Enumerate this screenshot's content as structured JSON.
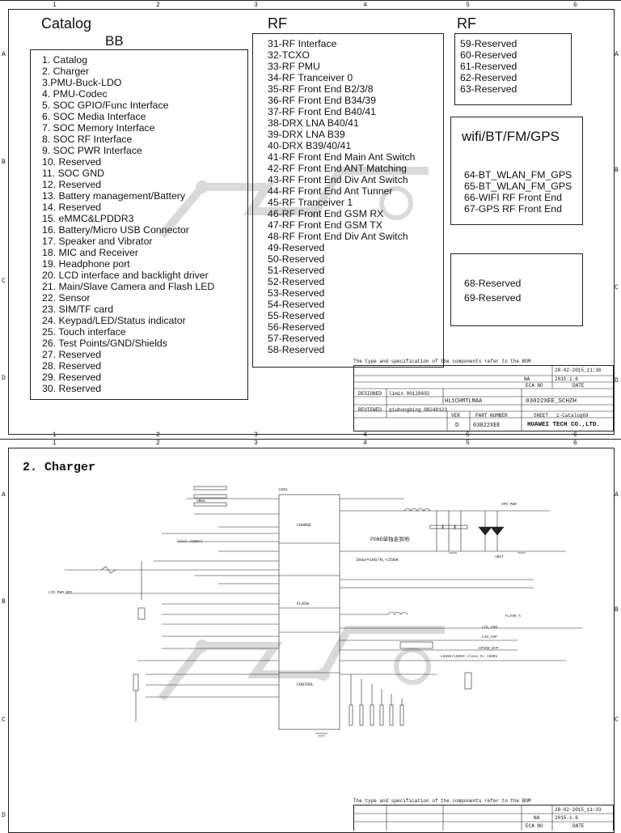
{
  "sheet1": {
    "ruler_cols": [
      "1",
      "2",
      "3",
      "4",
      "5",
      "6"
    ],
    "ruler_rows": [
      "A",
      "B",
      "C",
      "D"
    ],
    "catalog_header": "Catalog",
    "bb_header": "BB",
    "rf_header_1": "RF",
    "rf_header_2": "RF",
    "wifi_header": "wifi/BT/FM/GPS",
    "bb_items": [
      "1. Catalog",
      "2. Charger",
      "3.PMU-Buck-LDO",
      "4. PMU-Codec",
      "5. SOC GPIO/Func Interface",
      "6. SOC Media Interface",
      "7. SOC Memory Interface",
      "8. SOC RF Interface",
      "9. SOC PWR Interface",
      "10. Reserved",
      "11. SOC GND",
      "12. Reserved",
      "13. Battery management/Battery",
      "14. Reserved",
      "15. eMMC&LPDDR3",
      "16. Battery/Micro USB Connector",
      "17. Speaker and Vibrator",
      "18. MIC and Receiver",
      "19. Headphone port",
      "20. LCD interface and backlight driver",
      "21. Main/Slave Camera and Flash LED",
      "22. Sensor",
      "23. SIM/TF card",
      "24. Keypad/LED/Status indicator",
      "25. Touch interface",
      "26. Test Points/GND/Shields",
      "27. Reserved",
      "28. Reserved",
      "29. Reserved",
      "30. Reserved"
    ],
    "rf_items": [
      "31-RF Interface",
      "32-TCXO",
      "33-RF PMU",
      "34-RF Tranceiver 0",
      "35-RF Front End B2/3/8",
      "36-RF Front End B34/39",
      "37-RF Front End B40/41",
      "38-DRX LNA B40/41",
      "39-DRX LNA B39",
      "40-DRX B39/40/41",
      "41-RF Front End Main Ant Switch",
      "42-RF Front End ANT Matching",
      "43-RF Front End Div Ant Switch",
      "44-RF Front End Ant Tunner",
      "45-RF Tranceiver 1",
      "46-RF Front End GSM RX",
      "47-RF Front End GSM TX",
      "48-RF Front End Div Ant Switch",
      "49-Reserved",
      "50-Reserved",
      "51-Reserved",
      "52-Reserved",
      "53-Reserved",
      "54-Reserved",
      "55-Reserved",
      "56-Reserved",
      "57-Reserved",
      "58-Reserved"
    ],
    "rf_reserved_items": [
      "59-Reserved",
      "60-Reserved",
      "61-Reserved",
      "62-Reserved",
      "63-Reserved"
    ],
    "wifi_items": [
      "64-BT_WLAN_FM_GPS",
      "65-BT_WLAN_FM_GPS",
      "66-WIFI RF Front End",
      "67-GPS RF Front End"
    ],
    "reserved_items_2": [
      "68-Reserved",
      "69-Reserved"
    ],
    "spec_note": "The type and specification of the components  refer to the BOM",
    "title_block": {
      "date_top": "28-02-2015_11:36",
      "na": "NA",
      "date": "2015.1.6",
      "eca_no": "ECA NO",
      "date_label": "DATE",
      "designed_label": "DESIGNED",
      "designed_by": "limin 00128692",
      "reviewed_label": "REVIEWED",
      "reviewed_by": "qiuhongbing 00248123",
      "board": "HL1CHMTLMAA",
      "schematic": "03022XEE_SCHZH",
      "ver_label": "VER",
      "part_label": "PART NUMBER",
      "sheet_label": "SHEET",
      "sheet_value": "1-Catalog69",
      "ver": "D",
      "part": "03022XEE",
      "company": "HUAWEI TECH CO.,LTD."
    }
  },
  "sheet2": {
    "ruler_cols": [
      "1",
      "2",
      "3",
      "4",
      "5",
      "6"
    ],
    "ruler_rows": [
      "A",
      "B",
      "C",
      "D"
    ],
    "title": "2. Charger",
    "spec_note": "The type and specification of the components  refer to the BOM",
    "title_block": {
      "date_top": "28-02-2015_11:33",
      "na": "NA",
      "date": "2015.1.6",
      "eca_no": "ECA NO",
      "date_label": "DATE"
    },
    "labels": {
      "u201": "U201",
      "pgnd": "PGND单独走到地",
      "imax": "Imax=100/R,<25mA",
      "charge": "CHARGE",
      "flash": "FLASH",
      "control": "CONTROL",
      "vbus": "VBUS",
      "vph_pwr": "VPH_PWR",
      "vbat": "VBAT",
      "lcd_pwr_off": "LCD_PWR_OFF",
      "flash_a": "FLASH_A",
      "lcd_vsp": "LCD_VSP",
      "lcd_vsn": "LCD_VSN",
      "apvdd": "APVDD_BYP",
      "note_l": "L6202/L6203 close to J3001",
      "local_symbol": "local symbol"
    }
  }
}
